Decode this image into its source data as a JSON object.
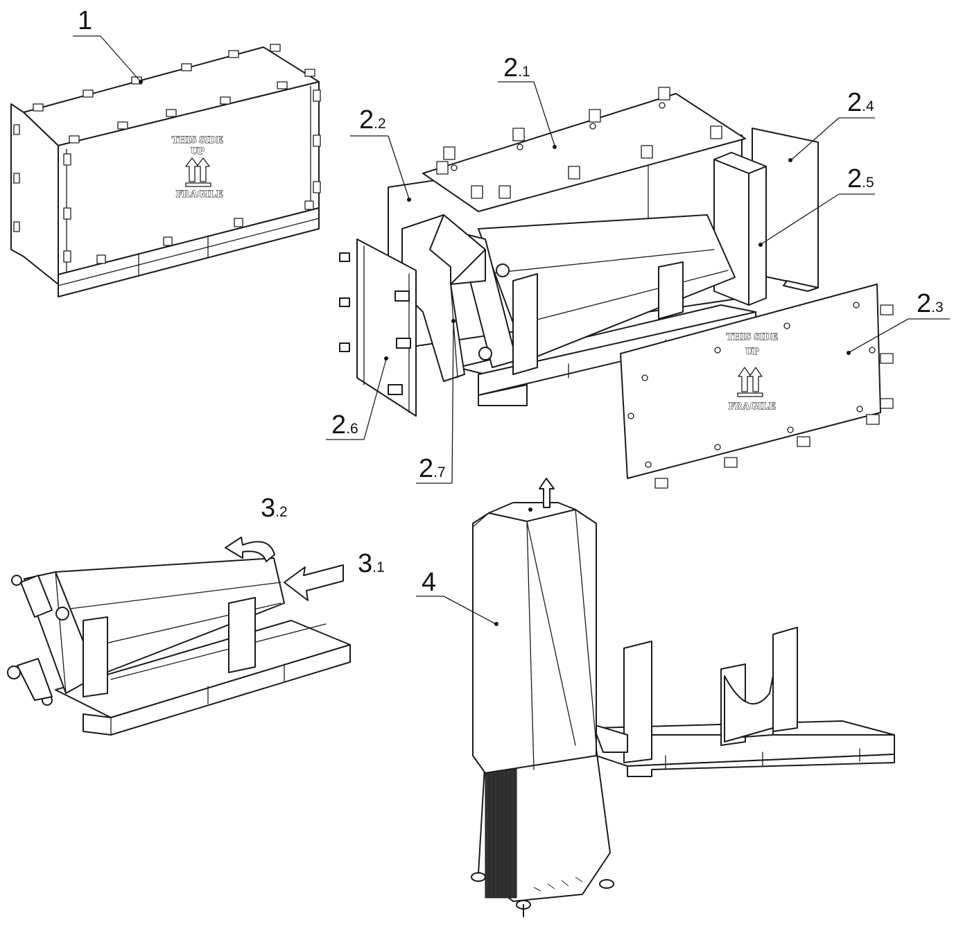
{
  "callouts": [
    {
      "main": "1",
      "sub": ""
    },
    {
      "main": "2",
      "sub": ".1"
    },
    {
      "main": "2",
      "sub": ".2"
    },
    {
      "main": "2",
      "sub": ".3"
    },
    {
      "main": "2",
      "sub": ".4"
    },
    {
      "main": "2",
      "sub": ".5"
    },
    {
      "main": "2",
      "sub": ".6"
    },
    {
      "main": "2",
      "sub": ".7"
    },
    {
      "main": "3",
      "sub": ".2"
    },
    {
      "main": "3",
      "sub": ".1"
    },
    {
      "main": "4",
      "sub": ""
    }
  ],
  "crate_marking": {
    "line1": "THIS SIDE",
    "line2": "UP",
    "line3": "FRAGILE"
  },
  "icons": [
    "this-side-up-arrows-icon",
    "rotate-arrow-icon",
    "push-arrow-icon",
    "lift-up-arrow-icon"
  ],
  "colors": {
    "ink": "#1a1a1a",
    "paper": "#ffffff"
  }
}
